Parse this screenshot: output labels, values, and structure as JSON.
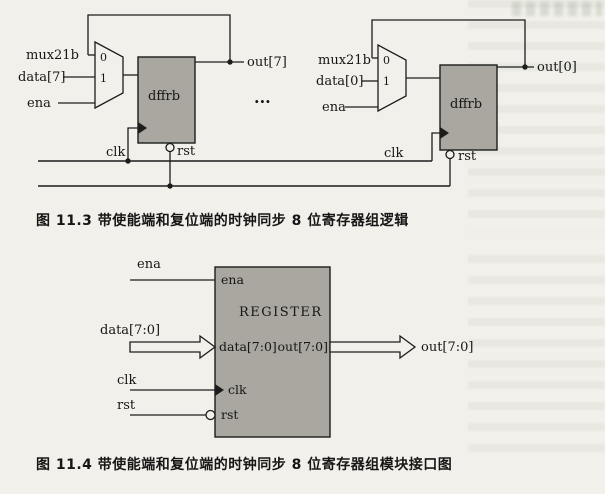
{
  "figure_11_3": {
    "caption": "图 11.3  带使能端和复位端的时钟同步 8 位寄存器组逻辑",
    "ellipsis": "...",
    "left_cell": {
      "mux_name": "mux21b",
      "data_label": "data[7]",
      "ena_label": "ena",
      "mux_input_0": "0",
      "mux_input_1": "1",
      "dff_name": "dffrb",
      "out_label": "out[7]",
      "clk_label": "clk",
      "rst_label": "rst"
    },
    "right_cell": {
      "mux_name": "mux21b",
      "data_label": "data[0]",
      "ena_label": "ena",
      "mux_input_0": "0",
      "mux_input_1": "1",
      "dff_name": "dffrb",
      "out_label": "out[0]",
      "clk_label": "clk",
      "rst_label": "rst"
    }
  },
  "figure_11_4": {
    "caption": "图 11.4  带使能端和复位端的时钟同步 8 位寄存器组模块接口图",
    "module_name": "REGISTER",
    "signals": {
      "ena": "ena",
      "data": "data[7:0]",
      "clk": "clk",
      "rst": "rst",
      "out": "out[7:0]"
    },
    "ports": {
      "ena": "ena",
      "data": "data[7:0]",
      "out": "out[7:0]",
      "clk": "clk",
      "rst": "rst"
    }
  },
  "colors": {
    "paper": "#f2f0ea",
    "block_fill": "#a9a79f",
    "line": "#1c1c1c"
  }
}
